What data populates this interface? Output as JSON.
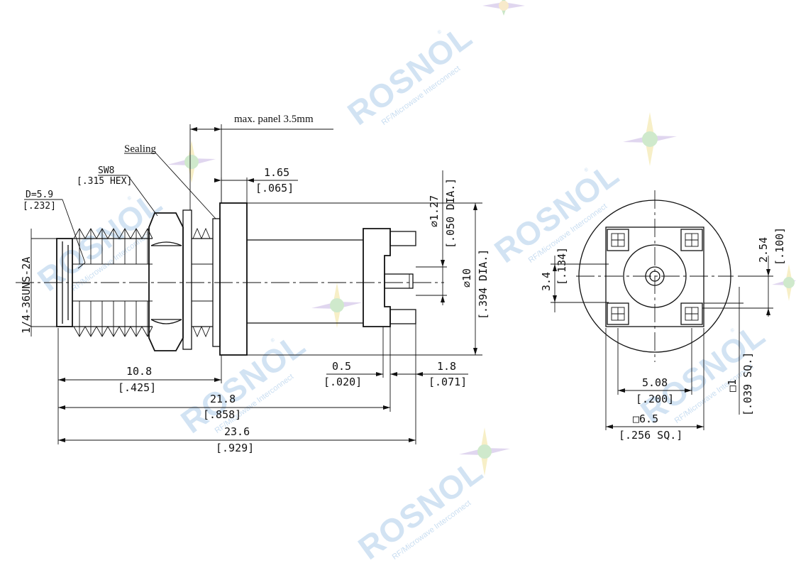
{
  "brand": {
    "name": "ROSNOL",
    "tagline": "RF/Microwave Interconnect",
    "registered": "®",
    "watermark_color": "#9dc3e6"
  },
  "side_view": {
    "panel_note": "max. panel 3.5mm",
    "sealing_label": "Sealing",
    "wrench_size": "SW8",
    "wrench_size_inch": "[.315 HEX]",
    "flange_diameter": "D=5.9",
    "flange_diameter_inch": "[.232]",
    "thread_spec": "1/4-36UNS-2A",
    "flange_thickness": "1.65",
    "flange_thickness_inch": "[.065]",
    "pin_diameter": "⌀1.27",
    "pin_diameter_inch": "[.050 DIA.]",
    "body_diameter": "⌀10",
    "body_diameter_inch": "[.394 DIA.]",
    "front_length": "10.8",
    "front_length_inch": "[.425]",
    "standoff": "0.5",
    "standoff_inch": "[.020]",
    "pin_length": "1.8",
    "pin_length_inch": "[.071]",
    "length_to_pcb": "21.8",
    "length_to_pcb_inch": "[.858]",
    "overall_length": "23.6",
    "overall_length_inch": "[.929]"
  },
  "bottom_view": {
    "pin_offset": "2.54",
    "pin_offset_inch": "[.100]",
    "pad_spacing": "3.4",
    "pad_spacing_inch": "[.134]",
    "pin_pitch": "5.08",
    "pin_pitch_inch": "[.200]",
    "square_size": "□6.5",
    "square_size_inch": "[.256  SQ.]",
    "pad_size": "□1",
    "pad_size_inch": "[.039  SQ.]"
  }
}
